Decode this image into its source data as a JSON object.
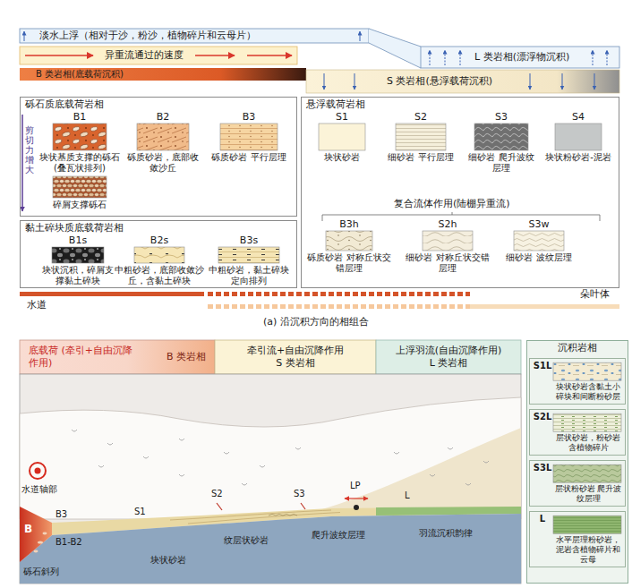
{
  "diagram": {
    "caption": "(a) 沿沉积方向的相组合",
    "nodes": [
      {
        "text": [
          "淡水上浮（相对于沙，粉沙，植物碎片和云母片）"
        ]
      },
      {
        "text": [
          "L 类岩相(漂浮物沉积)"
        ]
      },
      {
        "text": [
          "异重流通过的速度"
        ]
      },
      {
        "text": [
          "B 类岩相(底载荷沉积)"
        ]
      },
      {
        "text": [
          "S 类岩相(悬浮载荷沉积)"
        ]
      },
      {
        "text": [
          "砾石质底载荷岩相"
        ]
      },
      {
        "text": [
          "B1",
          "块状基质支撑的砾石(叠瓦状排列)"
        ],
        "in": 5
      },
      {
        "text": [
          "碎屑支撑砾石"
        ],
        "in": 5
      },
      {
        "text": [
          "B2",
          "砾质砂岩，底部收敛沙丘"
        ],
        "in": 5
      },
      {
        "text": [
          "B3",
          "砾质砂岩 平行层理"
        ],
        "in": 5
      },
      {
        "text": [
          "黏土碎块质底载荷岩相"
        ]
      },
      {
        "text": [
          "B1s",
          "块状沉积，碎屑支撑黏土碎块"
        ],
        "in": 10
      },
      {
        "text": [
          "B2s",
          "中粗砂岩，底部收敛沙丘，含黏土碎块"
        ],
        "in": 10
      },
      {
        "text": [
          "B3s",
          "中粗砂岩，黏土碎块定向排列"
        ],
        "in": 10
      },
      {
        "text": [
          "悬浮载荷岩相"
        ]
      },
      {
        "text": [
          "S1",
          "块状砂岩"
        ],
        "in": 14
      },
      {
        "text": [
          "S2",
          "细砂岩 平行层理"
        ],
        "in": 14
      },
      {
        "text": [
          "S3",
          "细砂岩 爬升波纹层理"
        ],
        "in": 14
      },
      {
        "text": [
          "S4",
          "块状粉砂岩-泥岩"
        ],
        "in": 14
      },
      {
        "text": [
          "B3h",
          "砾质砂岩 对称丘状交错层理"
        ],
        "in": 14
      },
      {
        "text": [
          "S2h",
          "细砂岩 对称丘状交错层理"
        ],
        "in": 14
      },
      {
        "text": [
          "S3w",
          "细砂岩 波纹层理"
        ],
        "in": 14
      },
      {
        "text": [
          "底载荷 (牵引+自由沉降作用)",
          "B 类岩相"
        ]
      },
      {
        "text": [
          "牵引流+自由沉降作用",
          "S 类岩相"
        ]
      },
      {
        "text": [
          "上浮羽流(自由沉降作用)",
          "L 类岩相"
        ]
      },
      {
        "text": [
          "沉积岩相"
        ]
      },
      {
        "text": [
          "S1L",
          "块状砂岩含黏土小碎块和间断粉砂层"
        ],
        "in": 25
      },
      {
        "text": [
          "S2L",
          "层状砂岩，粉砂岩含植物碎片"
        ],
        "in": 25
      },
      {
        "text": [
          "S3L",
          "层状粉砂岩 爬升波纹层理"
        ],
        "in": 25
      },
      {
        "text": [
          "L",
          "水平层理粉砂岩，泥岩含植物碎片和云母"
        ],
        "in": 25
      }
    ],
    "labels": [
      "剪切力增大",
      "复合流体作用(陆棚异重流)",
      "水道",
      "朵叶体",
      "水道轴部",
      "S2",
      "S3",
      "LP",
      "L",
      "S1",
      "纹层状砂岩",
      "爬升波纹层理",
      "羽流沉积韵律",
      "B3",
      "B1-B2",
      "B",
      "块状砂岩",
      "砾石斜列"
    ]
  }
}
